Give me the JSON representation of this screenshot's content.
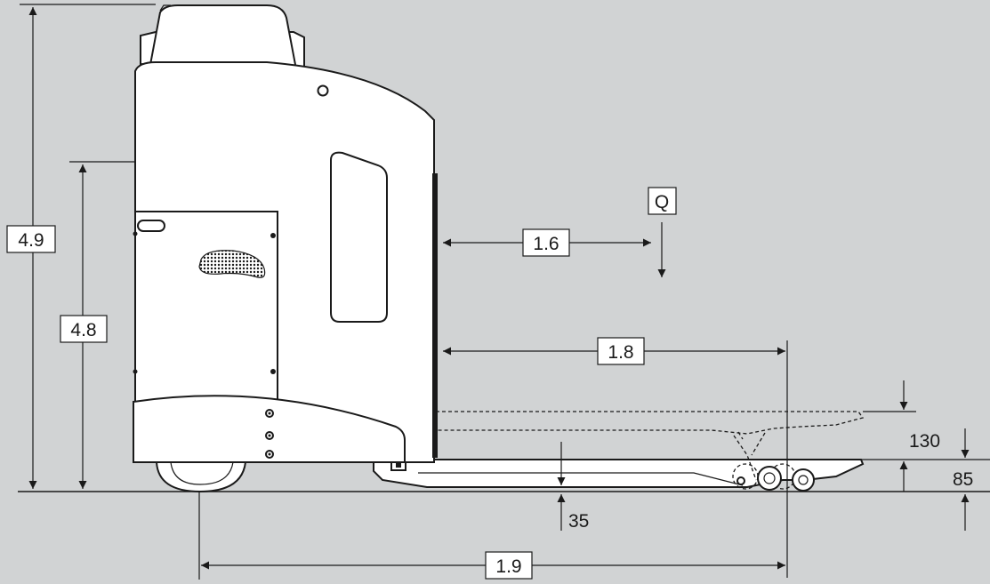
{
  "dimensions": {
    "overall_height": "4.9",
    "handle_height": "4.8",
    "wheelbase_to_load": "1.6",
    "fork_length": "1.8",
    "overall_length": "1.9",
    "lift_height": "130",
    "lowered_height": "85",
    "ground_clearance": "35",
    "load_symbol": "Q"
  },
  "colors": {
    "background": "#d1d3d4",
    "line": "#1a1a1a",
    "body_fill": "#ffffff"
  }
}
